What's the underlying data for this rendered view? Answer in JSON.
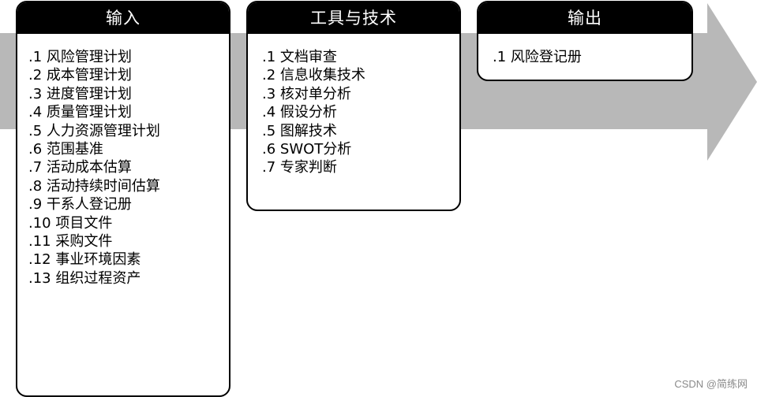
{
  "colors": {
    "arrow": "#b8b8b8",
    "header_bg": "#000000",
    "header_text": "#ffffff",
    "box_border": "#000000",
    "watermark": "#8a8a8a"
  },
  "input": {
    "title": "输入",
    "items": [
      ".1  风险管理计划",
      ".2  成本管理计划",
      ".3  进度管理计划",
      ".4  质量管理计划",
      ".5  人力资源管理计划",
      ".6  范围基准",
      ".7  活动成本估算",
      ".8  活动持续时间估算",
      ".9  干系人登记册",
      ".10 项目文件",
      ".11 采购文件",
      ".12 事业环境因素",
      ".13 组织过程资产"
    ]
  },
  "tools": {
    "title": "工具与技术",
    "items": [
      ".1 文档审查",
      ".2 信息收集技术",
      ".3 核对单分析",
      ".4 假设分析",
      ".5 图解技术",
      ".6 SWOT分析",
      ".7 专家判断"
    ]
  },
  "output": {
    "title": "输出",
    "items": [
      ".1 风险登记册"
    ]
  },
  "watermark": "CSDN @简练网"
}
